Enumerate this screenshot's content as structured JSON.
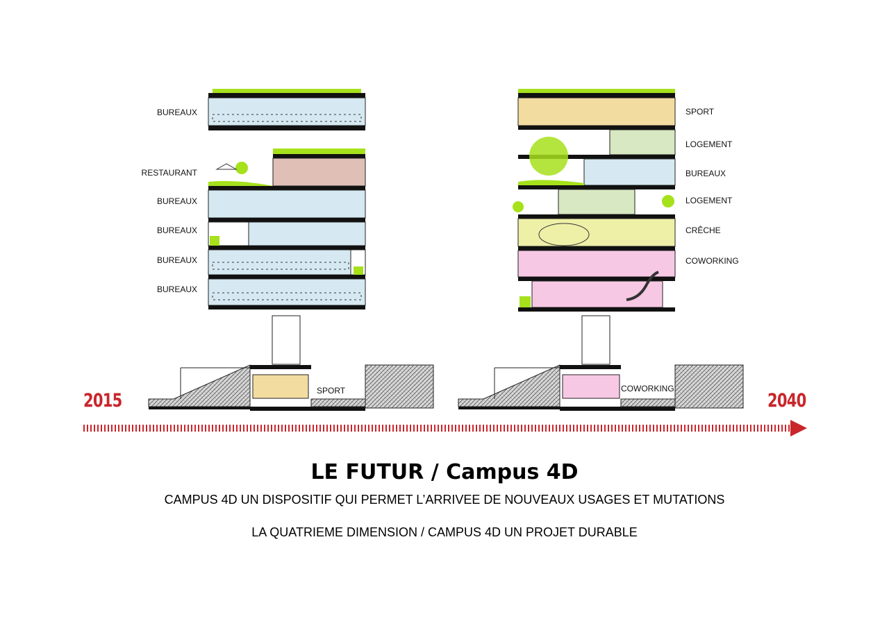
{
  "years": {
    "start": "2015",
    "end": "2040"
  },
  "left_building": {
    "labels": [
      "BUREAUX",
      "RESTAURANT",
      "BUREAUX",
      "BUREAUX",
      "BUREAUX",
      "BUREAUX"
    ],
    "ground_label": "SPORT"
  },
  "right_building": {
    "labels": [
      "SPORT",
      "LOGEMENT",
      "BUREAUX",
      "LOGEMENT",
      "CRÊCHE",
      "COWORKING"
    ],
    "ground_label": "COWORKING"
  },
  "title": "LE FUTUR / Campus 4D",
  "subtitle_1": "CAMPUS 4D  UN DISPOSITIF QUI PERMET L’ARRIVEE DE NOUVEAUX  USAGES ET MUTATIONS",
  "subtitle_2": "LA QUATRIEME DIMENSION / CAMPUS 4D UN PROJET DURABLE",
  "colors": {
    "bureaux": "#d6e9f2",
    "restaurant": "#dfbfb6",
    "sport": "#f2dca0",
    "logement": "#d7e8c2",
    "creche": "#eef0a8",
    "coworking": "#f7c8e4",
    "green_roof": "#a6e11c",
    "timeline": "#c8262b"
  }
}
